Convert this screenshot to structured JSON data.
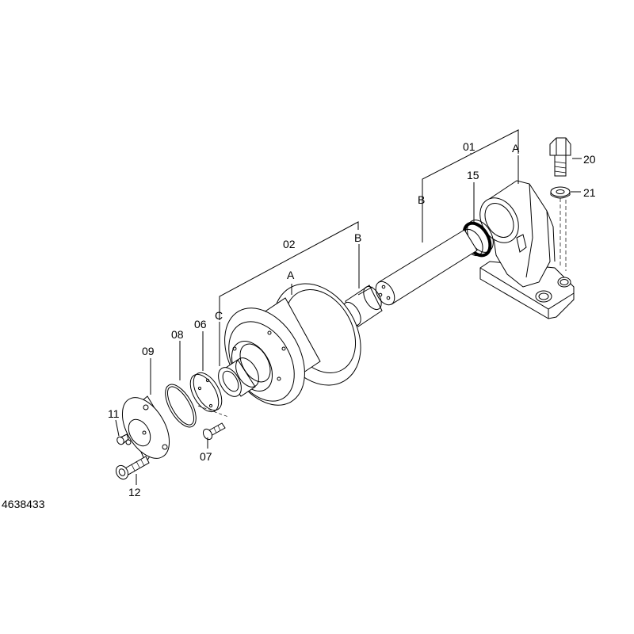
{
  "drawing_number": "4638433",
  "callouts": {
    "c01": "01",
    "c02": "02",
    "c06": "06",
    "c07": "07",
    "c08": "08",
    "c09": "09",
    "c11": "11",
    "c12": "12",
    "c15": "15",
    "c20": "20",
    "c21": "21"
  },
  "refs": {
    "a_upper": "A",
    "b_upper": "B",
    "a_lower": "A",
    "b_lower": "B",
    "c_lower": "C"
  }
}
